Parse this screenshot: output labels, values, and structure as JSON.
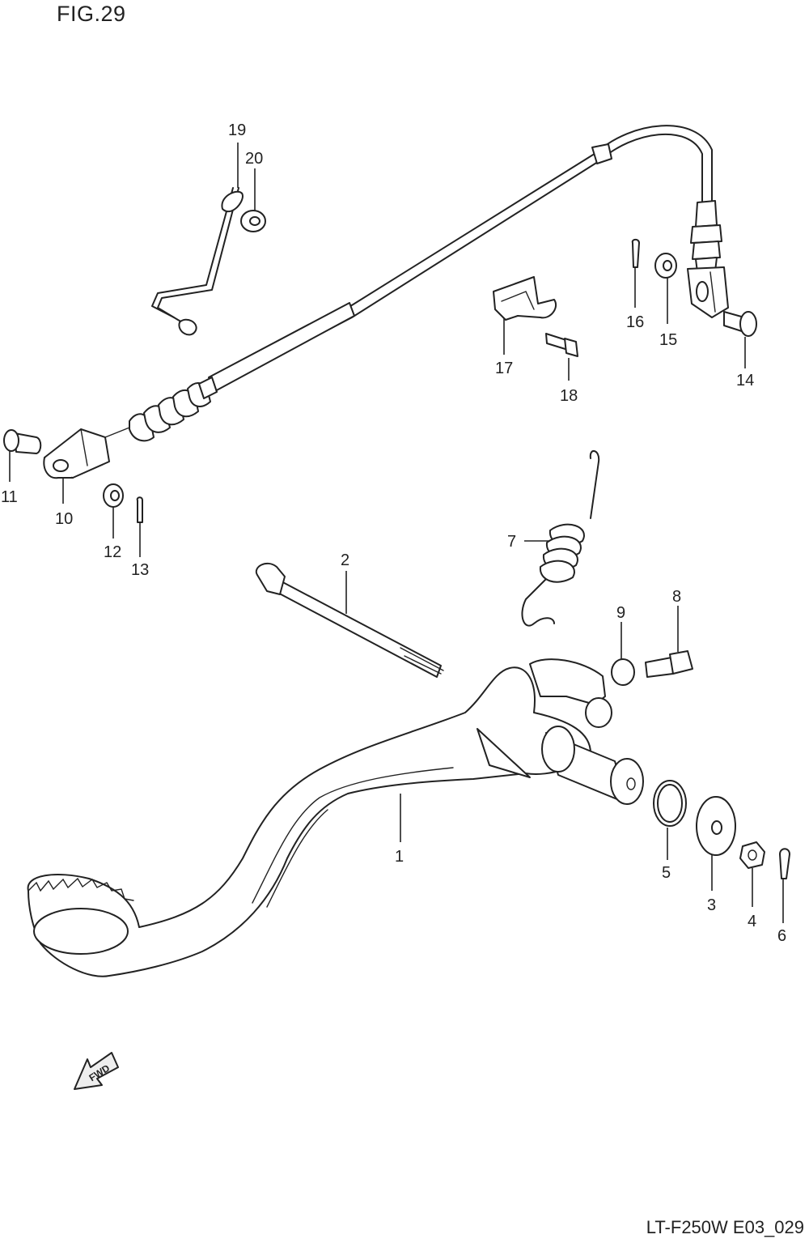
{
  "figure": {
    "title": "FIG.29",
    "reference": "LT-F250W E03_029",
    "fwd_label": "FWD"
  },
  "parts": [
    {
      "num": "1"
    },
    {
      "num": "2"
    },
    {
      "num": "3"
    },
    {
      "num": "4"
    },
    {
      "num": "5"
    },
    {
      "num": "6"
    },
    {
      "num": "7"
    },
    {
      "num": "8"
    },
    {
      "num": "9"
    },
    {
      "num": "10"
    },
    {
      "num": "11"
    },
    {
      "num": "12"
    },
    {
      "num": "13"
    },
    {
      "num": "14"
    },
    {
      "num": "15"
    },
    {
      "num": "16"
    },
    {
      "num": "17"
    },
    {
      "num": "18"
    },
    {
      "num": "19"
    },
    {
      "num": "20"
    }
  ]
}
